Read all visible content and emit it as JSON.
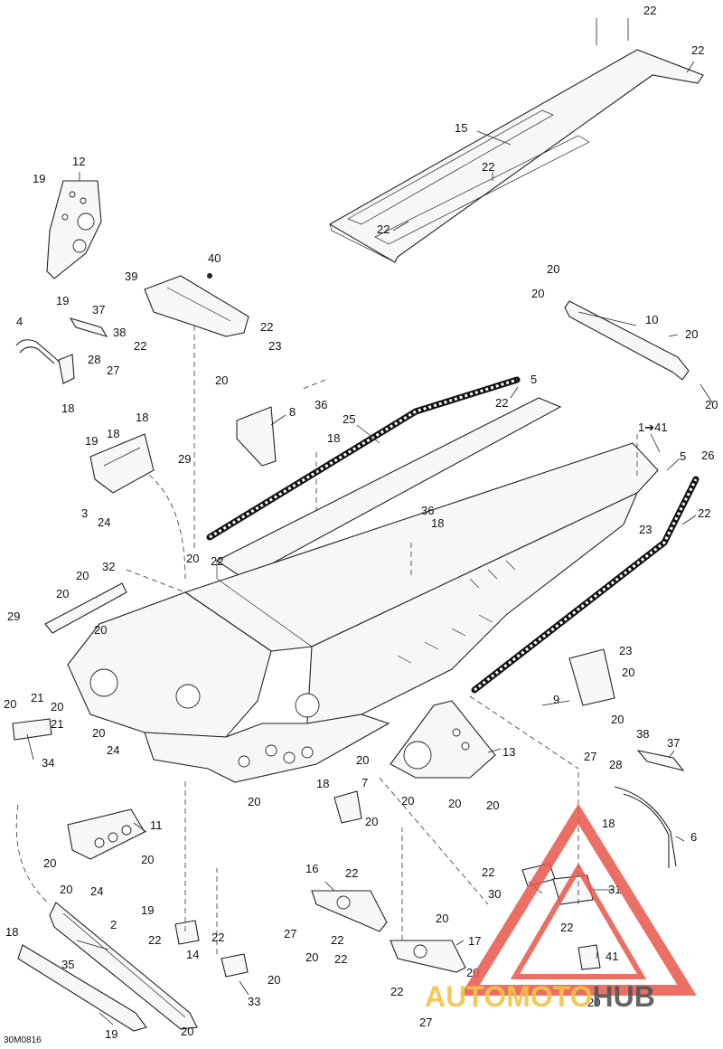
{
  "drawing_code": "30M0816",
  "watermark": {
    "brand": "AUTOMOTOHUB",
    "accent_color": "#e8574a",
    "secondary_color": "#f4c34a",
    "text_color": "#555555"
  },
  "callouts": [
    {
      "id": "c22a",
      "label": "22"
    },
    {
      "id": "c22b",
      "label": "22"
    },
    {
      "id": "c15",
      "label": "15"
    },
    {
      "id": "c22c",
      "label": "22"
    },
    {
      "id": "c22d",
      "label": "22"
    },
    {
      "id": "c12",
      "label": "12"
    },
    {
      "id": "c19a",
      "label": "19"
    },
    {
      "id": "c19b",
      "label": "19"
    },
    {
      "id": "c40",
      "label": "40"
    },
    {
      "id": "c39",
      "label": "39"
    },
    {
      "id": "c22e",
      "label": "22"
    },
    {
      "id": "c22f",
      "label": "22"
    },
    {
      "id": "c23a",
      "label": "23"
    },
    {
      "id": "c4",
      "label": "4"
    },
    {
      "id": "c37a",
      "label": "37"
    },
    {
      "id": "c38a",
      "label": "38"
    },
    {
      "id": "c28a",
      "label": "28"
    },
    {
      "id": "c27a",
      "label": "27"
    },
    {
      "id": "c18a",
      "label": "18"
    },
    {
      "id": "c20a",
      "label": "20"
    },
    {
      "id": "c20b",
      "label": "20"
    },
    {
      "id": "c10",
      "label": "10"
    },
    {
      "id": "c20c",
      "label": "20"
    },
    {
      "id": "c20d",
      "label": "20"
    },
    {
      "id": "c20e",
      "label": "20"
    },
    {
      "id": "c8",
      "label": "8"
    },
    {
      "id": "c36a",
      "label": "36"
    },
    {
      "id": "c18b",
      "label": "18"
    },
    {
      "id": "c25",
      "label": "25"
    },
    {
      "id": "c5a",
      "label": "5"
    },
    {
      "id": "c22g",
      "label": "22"
    },
    {
      "id": "c18c",
      "label": "18"
    },
    {
      "id": "c18d",
      "label": "18"
    },
    {
      "id": "c19c",
      "label": "19"
    },
    {
      "id": "c29a",
      "label": "29"
    },
    {
      "id": "c3",
      "label": "3"
    },
    {
      "id": "c24a",
      "label": "24"
    },
    {
      "id": "c1to41",
      "label": "1➔41"
    },
    {
      "id": "c5b",
      "label": "5"
    },
    {
      "id": "c26",
      "label": "26"
    },
    {
      "id": "c22h",
      "label": "22"
    },
    {
      "id": "c23b",
      "label": "23"
    },
    {
      "id": "c36b",
      "label": "36"
    },
    {
      "id": "c18e",
      "label": "18"
    },
    {
      "id": "c20f",
      "label": "20"
    },
    {
      "id": "c22i",
      "label": "22"
    },
    {
      "id": "c32",
      "label": "32"
    },
    {
      "id": "c20g",
      "label": "20"
    },
    {
      "id": "c20h",
      "label": "20"
    },
    {
      "id": "c29b",
      "label": "29"
    },
    {
      "id": "c20i",
      "label": "20"
    },
    {
      "id": "c23c",
      "label": "23"
    },
    {
      "id": "c20j",
      "label": "20"
    },
    {
      "id": "c9",
      "label": "9"
    },
    {
      "id": "c20k",
      "label": "20"
    },
    {
      "id": "c20l",
      "label": "20"
    },
    {
      "id": "c21a",
      "label": "21"
    },
    {
      "id": "c20m",
      "label": "20"
    },
    {
      "id": "c21b",
      "label": "21"
    },
    {
      "id": "c34",
      "label": "34"
    },
    {
      "id": "c20n",
      "label": "20"
    },
    {
      "id": "c24b",
      "label": "24"
    },
    {
      "id": "c20o",
      "label": "20"
    },
    {
      "id": "c18f",
      "label": "18"
    },
    {
      "id": "c7",
      "label": "7"
    },
    {
      "id": "c20p",
      "label": "20"
    },
    {
      "id": "c20q",
      "label": "20"
    },
    {
      "id": "c13",
      "label": "13"
    },
    {
      "id": "c20r",
      "label": "20"
    },
    {
      "id": "c20s",
      "label": "20"
    },
    {
      "id": "c20t",
      "label": "20"
    },
    {
      "id": "c38b",
      "label": "38"
    },
    {
      "id": "c37b",
      "label": "37"
    },
    {
      "id": "c27b",
      "label": "27"
    },
    {
      "id": "c28b",
      "label": "28"
    },
    {
      "id": "c18g",
      "label": "18"
    },
    {
      "id": "c6",
      "label": "6"
    },
    {
      "id": "c11",
      "label": "11"
    },
    {
      "id": "c20u",
      "label": "20"
    },
    {
      "id": "c20v",
      "label": "20"
    },
    {
      "id": "c20w",
      "label": "20"
    },
    {
      "id": "c24c",
      "label": "24"
    },
    {
      "id": "c16",
      "label": "16"
    },
    {
      "id": "c22j",
      "label": "22"
    },
    {
      "id": "c22k",
      "label": "22"
    },
    {
      "id": "c30",
      "label": "30"
    },
    {
      "id": "c31",
      "label": "31"
    },
    {
      "id": "c22l",
      "label": "22"
    },
    {
      "id": "c27c",
      "label": "27"
    },
    {
      "id": "c20x",
      "label": "20"
    },
    {
      "id": "c22m",
      "label": "22"
    },
    {
      "id": "c22n",
      "label": "22"
    },
    {
      "id": "c17",
      "label": "17"
    },
    {
      "id": "c20y",
      "label": "20"
    },
    {
      "id": "c22o",
      "label": "22"
    },
    {
      "id": "c27d",
      "label": "27"
    },
    {
      "id": "c20z",
      "label": "20"
    },
    {
      "id": "c41",
      "label": "41"
    },
    {
      "id": "c18h",
      "label": "18"
    },
    {
      "id": "c20aa",
      "label": "20"
    },
    {
      "id": "c2",
      "label": "2"
    },
    {
      "id": "c19d",
      "label": "19"
    },
    {
      "id": "c22p",
      "label": "22"
    },
    {
      "id": "c14",
      "label": "14"
    },
    {
      "id": "c22q",
      "label": "22"
    },
    {
      "id": "c35",
      "label": "35"
    },
    {
      "id": "c33",
      "label": "33"
    },
    {
      "id": "c20ab",
      "label": "20"
    },
    {
      "id": "c19e",
      "label": "19"
    },
    {
      "id": "c20ac",
      "label": "20"
    }
  ]
}
